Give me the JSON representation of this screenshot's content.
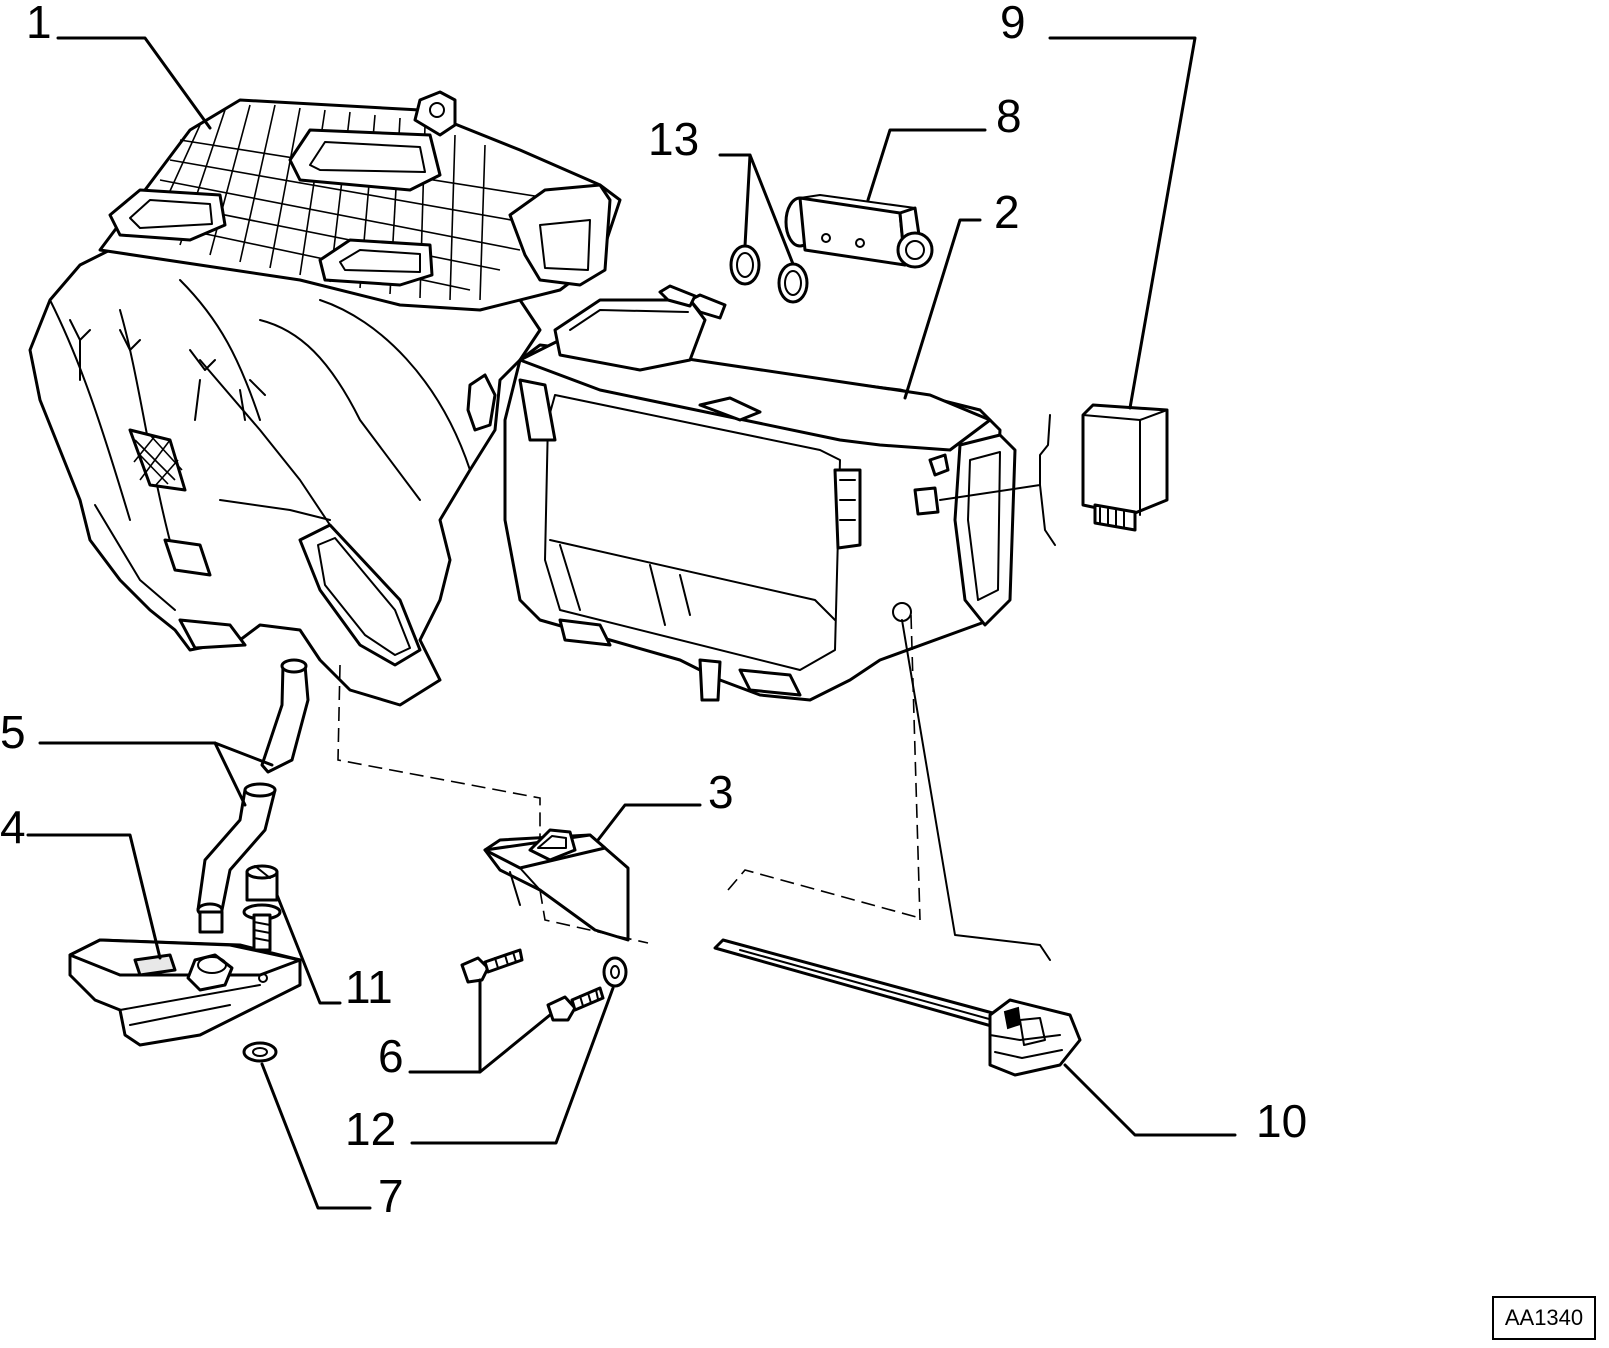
{
  "callouts": [
    {
      "id": "1",
      "label": "1"
    },
    {
      "id": "2",
      "label": "2"
    },
    {
      "id": "3",
      "label": "3"
    },
    {
      "id": "4",
      "label": "4"
    },
    {
      "id": "5",
      "label": "5"
    },
    {
      "id": "6",
      "label": "6"
    },
    {
      "id": "7",
      "label": "7"
    },
    {
      "id": "8",
      "label": "8"
    },
    {
      "id": "9",
      "label": "9"
    },
    {
      "id": "10",
      "label": "10"
    },
    {
      "id": "11",
      "label": "11"
    },
    {
      "id": "12",
      "label": "12"
    },
    {
      "id": "13",
      "label": "13"
    }
  ],
  "reference_code": "AA1340",
  "colors": {
    "line": "#000000",
    "background": "#ffffff"
  }
}
